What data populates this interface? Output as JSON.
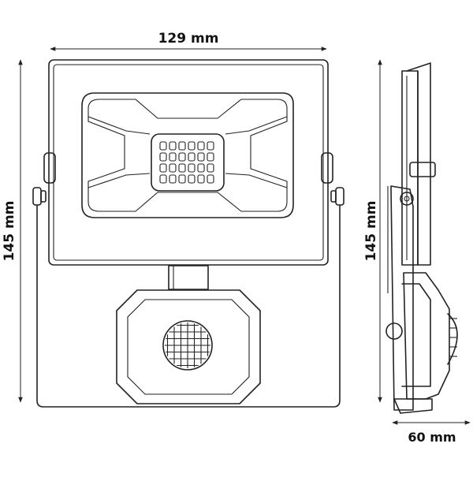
{
  "dimensions": {
    "width_label": "129 mm",
    "height_label_front": "145 mm",
    "height_label_side": "145 mm",
    "depth_label": "60 mm"
  },
  "colors": {
    "line": "#222222",
    "background": "#ffffff"
  }
}
